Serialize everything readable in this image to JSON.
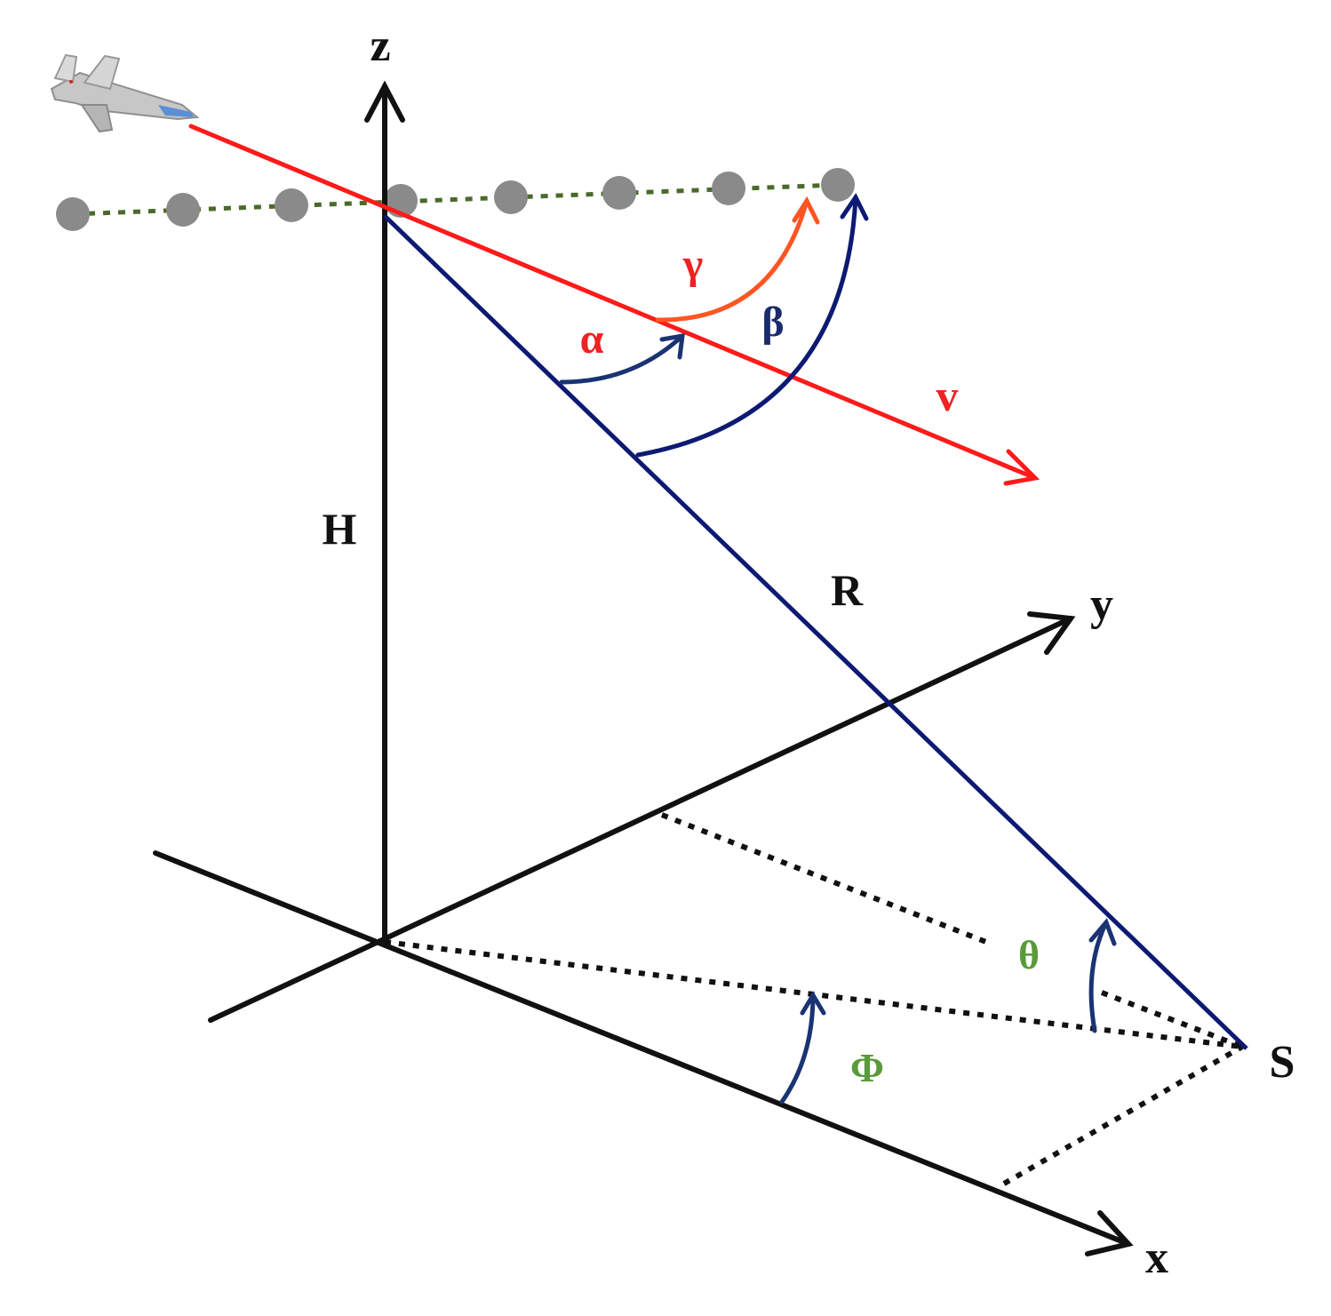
{
  "labels": {
    "z_axis": "z",
    "y_axis": "y",
    "x_axis": "x",
    "height": "H",
    "range": "R",
    "velocity": "v",
    "target": "S",
    "alpha": "α",
    "beta": "β",
    "gamma": "γ",
    "theta": "θ",
    "phi": "Φ"
  },
  "colors": {
    "axes": "#111111",
    "velocity_line": "#ff1a1a",
    "range_line": "#0d1a73",
    "angle_arcs": "#1a3373",
    "gamma_arc": "#ff5522",
    "beta_arc": "#0d1a73",
    "greek_red": "#ee2222",
    "greek_blue": "#1a2a6a",
    "greek_green": "#5a9a3a",
    "track_dots": "#8a8a8a",
    "track_line": "#4a6a2a"
  },
  "icons": {
    "aircraft": "aircraft-icon"
  }
}
